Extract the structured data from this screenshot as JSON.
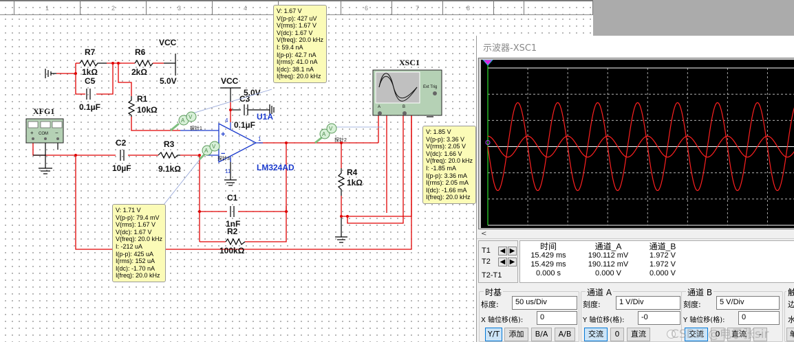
{
  "ruler": {
    "labels": [
      "1",
      "2",
      "3",
      "4",
      "5",
      "6",
      "7",
      "8"
    ]
  },
  "schematic": {
    "components": {
      "r7": {
        "ref": "R7",
        "value": "1kΩ"
      },
      "r6": {
        "ref": "R6",
        "value": "2kΩ"
      },
      "c5": {
        "ref": "C5",
        "value": "0.1µF"
      },
      "r1": {
        "ref": "R1",
        "value": "10kΩ"
      },
      "vcc1": {
        "ref": "VCC",
        "value": "5.0V"
      },
      "vcc2": {
        "ref": "VCC",
        "value": "5.0V"
      },
      "c3": {
        "ref": "C3",
        "value": "0.1µF"
      },
      "u1a": {
        "ref": "U1A",
        "value": "LM324AD"
      },
      "xfg1": {
        "ref": "XFG1",
        "com": "COM",
        "plus": "+",
        "minus": "−"
      },
      "c2": {
        "ref": "C2",
        "value": "10µF"
      },
      "r3": {
        "ref": "R3",
        "value": "9.1kΩ"
      },
      "c1": {
        "ref": "C1",
        "value": "1nF"
      },
      "r2": {
        "ref": "R2",
        "value": "100kΩ"
      },
      "r4": {
        "ref": "R4",
        "value": "1kΩ"
      },
      "xsc1": {
        "ref": "XSC1",
        "ext_trig": "Ext Trig",
        "ch_a": "A",
        "ch_b": "B"
      }
    },
    "pins": {
      "in_plus": "+",
      "in_minus": "−",
      "out": "1",
      "vpos": "4",
      "vneg": "11"
    },
    "probes": [
      {
        "name": "探针1",
        "readings": [
          "V: 1.67 V",
          "V(p-p): 427 uV",
          "V(rms): 1.67 V",
          "V(dc): 1.67 V",
          "V(freq): 20.0 kHz",
          "I: 59.4 nA",
          "I(p-p): 42.7 nA",
          "I(rms): 41.0 nA",
          "I(dc): 38.1 nA",
          "I(freq): 20.0 kHz"
        ]
      },
      {
        "name": "探针2",
        "readings": [
          "V: 1.85 V",
          "V(p-p): 3.36 V",
          "V(rms): 2.05 V",
          "V(dc): 1.66 V",
          "V(freq): 20.0 kHz",
          "I: -1.85 mA",
          "I(p-p): 3.36 mA",
          "I(rms): 2.05 mA",
          "I(dc): -1.66 mA",
          "I(freq): 20.0 kHz"
        ]
      },
      {
        "name": "探针3",
        "readings": [
          "V: 1.71 V",
          "V(p-p): 79.4 mV",
          "V(rms): 1.67 V",
          "V(dc): 1.67 V",
          "V(freq): 20.0 kHz",
          "I: -212 uA",
          "I(p-p): 425 uA",
          "I(rms): 152 uA",
          "I(dc): -1.70 nA",
          "I(freq): 20.0 kHz"
        ]
      }
    ]
  },
  "scope": {
    "title": "示波器-XSC1",
    "trace_color": "#ff2020",
    "traces": [
      {
        "name": "channel_a",
        "amplitude_div": 1.68,
        "cycles_shown": 7.7,
        "phase": "inverted"
      },
      {
        "name": "channel_b",
        "amplitude_div": 0.4,
        "cycles_shown": 7.7,
        "phase": "normal"
      }
    ],
    "scroll_left": "<",
    "cursors": {
      "labels": [
        "T1",
        "T2",
        "T2-T1"
      ],
      "headers": [
        "时间",
        "通道_A",
        "通道_B"
      ],
      "rows": [
        [
          "15.429 ms",
          "190.112 mV",
          "1.972 V"
        ],
        [
          "15.429 ms",
          "190.112 mV",
          "1.972 V"
        ],
        [
          "0.000 s",
          "0.000 V",
          "0.000 V"
        ]
      ]
    },
    "timebase": {
      "title": "时基",
      "scale_label": "标度:",
      "scale_value": "50 us/Div",
      "xpos_label": "X 轴位移(格):",
      "xpos_value": "0",
      "buttons": [
        "Y/T",
        "添加",
        "B/A",
        "A/B"
      ]
    },
    "channel_a": {
      "title": "通道 A",
      "scale_label": "刻度:",
      "scale_value": "1  V/Div",
      "ypos_label": "Y 轴位移(格):",
      "ypos_value": "-0",
      "buttons": [
        "交流",
        "0",
        "直流"
      ]
    },
    "channel_b": {
      "title": "通道 B",
      "scale_label": "刻度:",
      "scale_value": "5  V/Div",
      "ypos_label": "Y 轴位移(格):",
      "ypos_value": "0",
      "buttons": [
        "交流",
        "0",
        "直流",
        "-"
      ]
    },
    "trigger": {
      "title": "触",
      "line1": "边",
      "line2": "水",
      "btn": "单"
    },
    "watermark": "CSDN @电子张sir"
  }
}
